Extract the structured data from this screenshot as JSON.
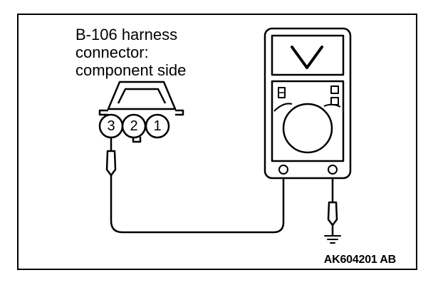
{
  "connector": {
    "label_lines": [
      "B-106 harness",
      "connector:",
      "component side"
    ],
    "pins": [
      "3",
      "2",
      "1"
    ]
  },
  "meter": {
    "display_symbol": "V"
  },
  "figure_id": "AK604201 AB",
  "colors": {
    "ink": "#000000",
    "paper": "#ffffff"
  }
}
